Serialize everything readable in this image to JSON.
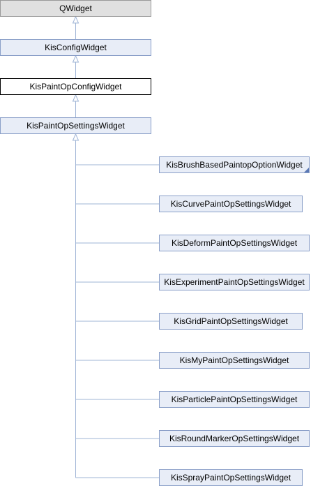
{
  "nodes": {
    "qwidget": "QWidget",
    "kis_config_widget": "KisConfigWidget",
    "kis_paintop_config_widget": "KisPaintOpConfigWidget",
    "kis_paintop_settings_widget": "KisPaintOpSettingsWidget"
  },
  "children": [
    "KisBrushBasedPaintopOptionWidget",
    "KisCurvePaintOpSettingsWidget",
    "KisDeformPaintOpSettingsWidget",
    "KisExperimentPaintOpSettingsWidget",
    "KisGridPaintOpSettingsWidget",
    "KisMyPaintOpSettingsWidget",
    "KisParticlePaintOpSettingsWidget",
    "KisRoundMarkerOpSettingsWidget",
    "KisSprayPaintOpSettingsWidget"
  ],
  "colors": {
    "edge": "#9fb4d6",
    "node_fill": "#e8edf7",
    "node_border": "#8a9fc8",
    "root_fill": "#e0e0e0",
    "current_border": "#000000"
  }
}
